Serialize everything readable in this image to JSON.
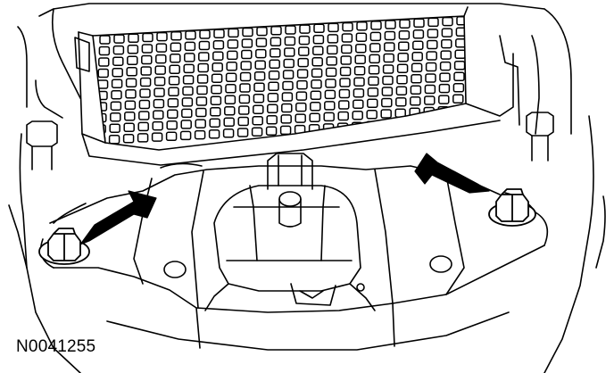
{
  "figure": {
    "id_label": "N0041255",
    "colors": {
      "line": "#000000",
      "background": "#ffffff",
      "arrow": "#000000"
    },
    "icons": [
      "left-arrow-icon",
      "right-arrow-icon",
      "bolt-icon"
    ],
    "callouts": [
      {
        "name": "left-mount-bolt",
        "pointer": "left-arrow"
      },
      {
        "name": "right-mount-bolt",
        "pointer": "right-arrow"
      }
    ]
  }
}
